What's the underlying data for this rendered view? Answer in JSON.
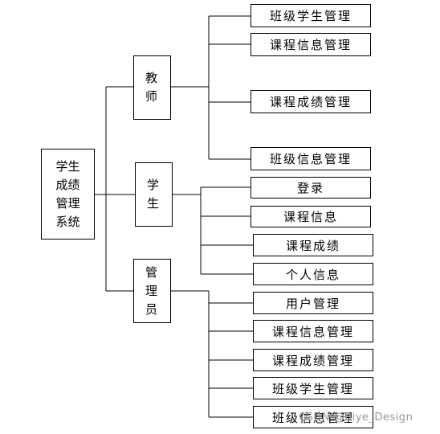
{
  "root": "学生成绩管理系统",
  "roles": [
    {
      "label": "教师",
      "items": [
        "班级学生管理",
        "课程信息管理",
        "课程成绩管理",
        "班级信息管理"
      ]
    },
    {
      "label": "学生",
      "items": [
        "登录",
        "课程信息",
        "课程成绩",
        "个人信息"
      ]
    },
    {
      "label": "管理员",
      "items": [
        "用户管理",
        "课程信息管理",
        "课程成绩管理",
        "班级学生管理",
        "班级信息管理"
      ]
    }
  ],
  "watermark": "CSDN @Biye_Design",
  "colors": {
    "line": "#000000",
    "box_border": "#000000",
    "watermark": "#999999"
  }
}
